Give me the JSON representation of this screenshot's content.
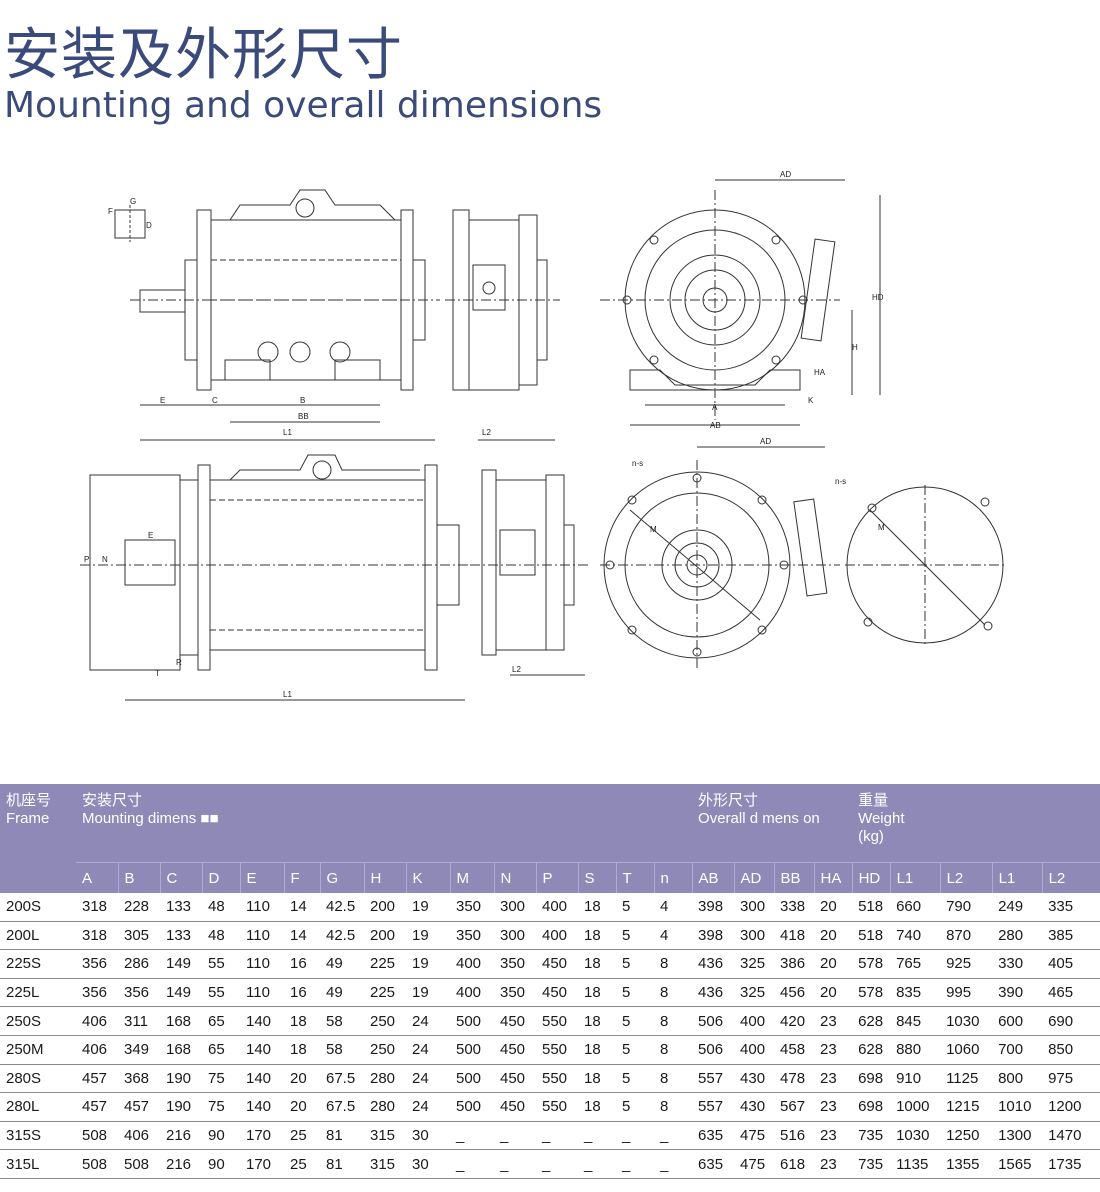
{
  "title": {
    "cn": "安装及外形尺寸",
    "en": "Mounting and overall dimensions"
  },
  "drawing_labels": {
    "ad": "AD",
    "hd": "HD",
    "h": "H",
    "a": "A",
    "ab": "AB",
    "k": "K",
    "ha": "HA",
    "e": "E",
    "c": "C",
    "b": "B",
    "bb": "BB",
    "l1": "L1",
    "l2": "L2",
    "g": "G",
    "f": "F",
    "d": "D",
    "t": "T",
    "r": "R",
    "p": "P",
    "n": "N",
    "ns": "n-s",
    "m": "M"
  },
  "table": {
    "header_frame_cn": "机座号",
    "header_frame_en": "Frame",
    "header_mount_cn": "安装尺寸",
    "header_mount_en": "Mounting dimens ■■",
    "header_overall_cn": "外形尺寸",
    "header_overall_en": "Overall d mens on",
    "header_weight_cn": "重量",
    "header_weight_en": "Weight",
    "header_weight_unit": "(kg)",
    "columns": [
      "A",
      "B",
      "C",
      "D",
      "E",
      "F",
      "G",
      "H",
      "K",
      "M",
      "N",
      "P",
      "S",
      "T",
      "n",
      "AB",
      "AD",
      "BB",
      "HA",
      "HD",
      "L1",
      "L2",
      "L1",
      "L2"
    ],
    "rows": [
      [
        "200S",
        "318",
        "228",
        "133",
        "48",
        "110",
        "14",
        "42.5",
        "200",
        "19",
        "350",
        "300",
        "400",
        "18",
        "5",
        "4",
        "398",
        "300",
        "338",
        "20",
        "518",
        "660",
        "790",
        "249",
        "335"
      ],
      [
        "200L",
        "318",
        "305",
        "133",
        "48",
        "110",
        "14",
        "42.5",
        "200",
        "19",
        "350",
        "300",
        "400",
        "18",
        "5",
        "4",
        "398",
        "300",
        "418",
        "20",
        "518",
        "740",
        "870",
        "280",
        "385"
      ],
      [
        "225S",
        "356",
        "286",
        "149",
        "55",
        "110",
        "16",
        "49",
        "225",
        "19",
        "400",
        "350",
        "450",
        "18",
        "5",
        "8",
        "436",
        "325",
        "386",
        "20",
        "578",
        "765",
        "925",
        "330",
        "405"
      ],
      [
        "225L",
        "356",
        "356",
        "149",
        "55",
        "110",
        "16",
        "49",
        "225",
        "19",
        "400",
        "350",
        "450",
        "18",
        "5",
        "8",
        "436",
        "325",
        "456",
        "20",
        "578",
        "835",
        "995",
        "390",
        "465"
      ],
      [
        "250S",
        "406",
        "311",
        "168",
        "65",
        "140",
        "18",
        "58",
        "250",
        "24",
        "500",
        "450",
        "550",
        "18",
        "5",
        "8",
        "506",
        "400",
        "420",
        "23",
        "628",
        "845",
        "1030",
        "600",
        "690"
      ],
      [
        "250M",
        "406",
        "349",
        "168",
        "65",
        "140",
        "18",
        "58",
        "250",
        "24",
        "500",
        "450",
        "550",
        "18",
        "5",
        "8",
        "506",
        "400",
        "458",
        "23",
        "628",
        "880",
        "1060",
        "700",
        "850"
      ],
      [
        "280S",
        "457",
        "368",
        "190",
        "75",
        "140",
        "20",
        "67.5",
        "280",
        "24",
        "500",
        "450",
        "550",
        "18",
        "5",
        "8",
        "557",
        "430",
        "478",
        "23",
        "698",
        "910",
        "1125",
        "800",
        "975"
      ],
      [
        "280L",
        "457",
        "457",
        "190",
        "75",
        "140",
        "20",
        "67.5",
        "280",
        "24",
        "500",
        "450",
        "550",
        "18",
        "5",
        "8",
        "557",
        "430",
        "567",
        "23",
        "698",
        "1000",
        "1215",
        "1010",
        "1200"
      ],
      [
        "315S",
        "508",
        "406",
        "216",
        "90",
        "170",
        "25",
        "81",
        "315",
        "30",
        "_",
        "_",
        "_",
        "_",
        "_",
        "_",
        "635",
        "475",
        "516",
        "23",
        "735",
        "1030",
        "1250",
        "1300",
        "1470"
      ],
      [
        "315L",
        "508",
        "508",
        "216",
        "90",
        "170",
        "25",
        "81",
        "315",
        "30",
        "_",
        "_",
        "_",
        "_",
        "_",
        "_",
        "635",
        "475",
        "618",
        "23",
        "735",
        "1135",
        "1355",
        "1565",
        "1735"
      ]
    ]
  }
}
